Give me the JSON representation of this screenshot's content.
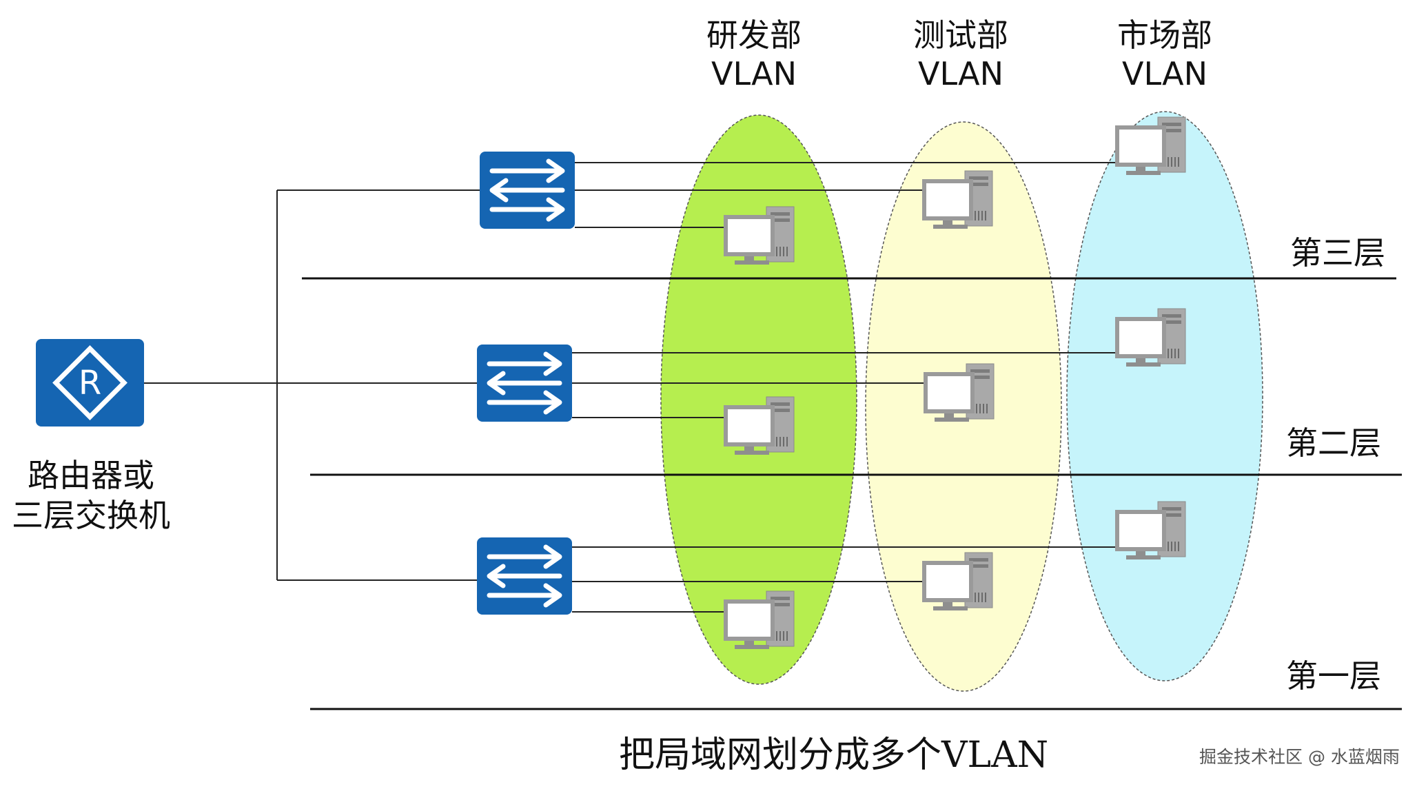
{
  "departments": [
    {
      "name": "研发部",
      "vlan": "VLAN",
      "fill": "#b6ee4f"
    },
    {
      "name": "测试部",
      "vlan": "VLAN",
      "fill": "#fdfdd0"
    },
    {
      "name": "市场部",
      "vlan": "VLAN",
      "fill": "#c6f4fb"
    }
  ],
  "layers": [
    "第三层",
    "第二层",
    "第一层"
  ],
  "router": {
    "line1": "路由器或",
    "line2": "三层交换机",
    "glyph": "R"
  },
  "caption": "把局域网划分成多个VLAN",
  "watermark": "掘金技术社区 @ 水蓝烟雨",
  "colors": {
    "device_blue": "#1565b2",
    "line": "#222222"
  },
  "icons": [
    "router-icon",
    "switch-icon",
    "computer-icon"
  ]
}
